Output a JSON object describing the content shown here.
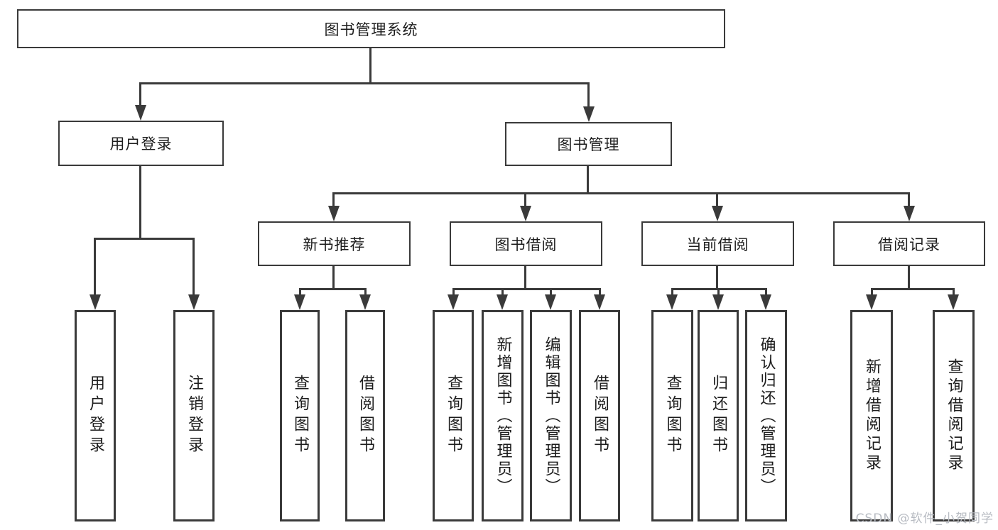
{
  "diagram": {
    "type": "hierarchy-tree",
    "root": "图书管理系统",
    "level1": {
      "user_login": "用户登录",
      "book_mgmt": "图书管理"
    },
    "level2": {
      "new_books": "新书推荐",
      "book_borrow": "图书借阅",
      "current_borrow": "当前借阅",
      "borrow_records": "借阅记录"
    },
    "leaves": {
      "user_login": [
        "用户登录",
        "注销登录"
      ],
      "new_books": [
        "查询图书",
        "借阅图书"
      ],
      "book_borrow": [
        "查询图书",
        "新增图书（管理员）",
        "编辑图书（管理员）",
        "借阅图书"
      ],
      "current_borrow": [
        "查询图书",
        "归还图书",
        "确认归还（管理员）"
      ],
      "borrow_records": [
        "新增借阅记录",
        "查询借阅记录"
      ]
    }
  },
  "watermark": "CSDN @软件_小贺同学",
  "colors": {
    "line": "#3a3a3a",
    "text": "#1c1c1c",
    "watermark": "#b7bbc2",
    "background": "#ffffff"
  }
}
